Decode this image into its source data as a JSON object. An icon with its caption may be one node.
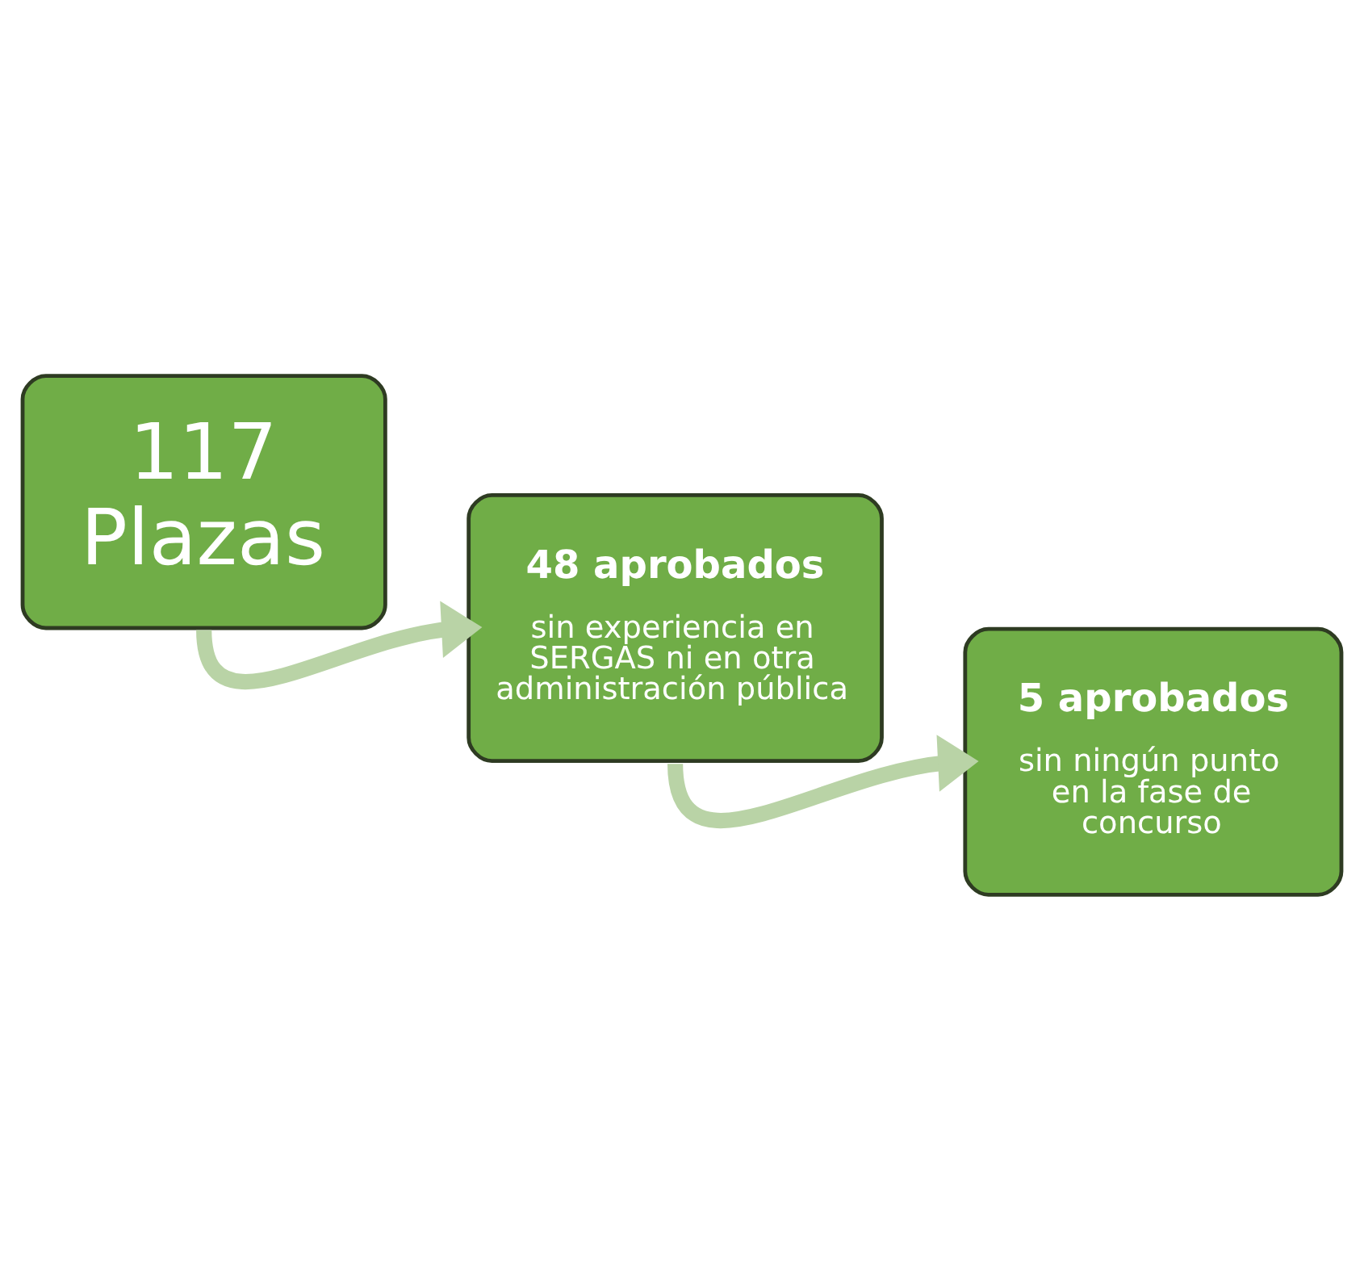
{
  "diagram": {
    "nodes": [
      {
        "text": [
          "117 Plazas"
        ]
      },
      {
        "text": [
          "48 aprobados",
          "sin experiencia en SERGAS ni en otra administración pública"
        ]
      },
      {
        "text": [
          "5 aprobados",
          "sin ningún punto en la fase de concurso"
        ]
      }
    ],
    "edges": [
      {
        "from": 0,
        "to": 1,
        "arrow": "to"
      },
      {
        "from": 1,
        "to": 2,
        "arrow": "to"
      }
    ]
  }
}
